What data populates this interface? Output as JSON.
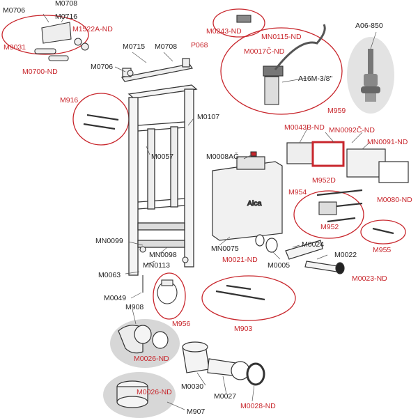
{
  "colors": {
    "accent_red": "#c8262c",
    "text_black": "#222222",
    "line_gray": "#555555",
    "highlight_gray": "#d7d7d7"
  },
  "labels": {
    "M0706_top": "M0706",
    "M0708_top": "M0708",
    "M0716": "M0716",
    "M1522A_ND": "M1522A-ND",
    "M9031": "M9031",
    "M0700_ND": "M0700-ND",
    "M0715": "M0715",
    "M0708_mid": "M0708",
    "M0706_mid": "M0706",
    "M0243_ND": "M0243-ND",
    "P068": "P068",
    "MN0115_ND": "MN0115-ND",
    "M0017C_ND": "M0017Č-ND",
    "A16M": "A16M-3/8\"",
    "M959": "M959",
    "A06_850": "A06-850",
    "M916": "M916",
    "M0107": "M0107",
    "M0057": "M0057",
    "M0043B_ND": "M0043B-ND",
    "MN0092C_ND": "MN0092Č-ND",
    "MN0091_ND": "MN0091-ND",
    "M0008AC": "M0008AČ",
    "M952D": "M952D",
    "M0080_ND": "M0080-ND",
    "M954": "M954",
    "M952": "M952",
    "M955": "M955",
    "MN0099": "MN0099",
    "MN0098": "MN0098",
    "MN0075": "MN0075",
    "M0021_ND": "M0021-ND",
    "M0005": "M0005",
    "M0024": "M0024",
    "M0022": "M0022",
    "M0023_ND": "M0023-ND",
    "MN0113": "MN0113",
    "M0063": "M0063",
    "M0049": "M0049",
    "M908": "M908",
    "M956": "M956",
    "M903": "M903",
    "M0026_ND_a": "M0026-ND",
    "M0030": "M0030",
    "M0027": "M0027",
    "M0026_ND_b": "M0026-ND",
    "M0028_ND": "M0028-ND",
    "M907": "M907"
  },
  "cistern_brand": "Alca"
}
